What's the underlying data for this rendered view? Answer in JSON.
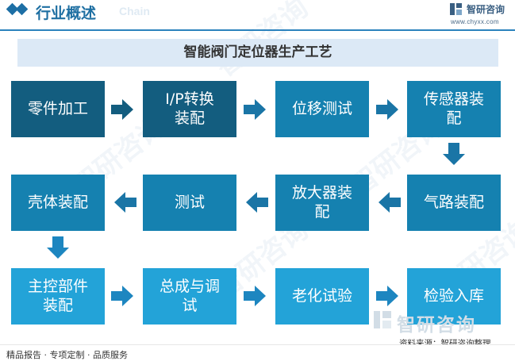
{
  "header": {
    "title": "行业概述",
    "ghost_text": "Chain",
    "brand": "智研咨询",
    "url": "www.chyxx.com"
  },
  "diagram": {
    "title": "智能阀门定位器生产工艺",
    "steps": [
      {
        "lines": [
          "零件加工"
        ],
        "color": "#135d7f"
      },
      {
        "lines": [
          "I/P转换",
          "装配"
        ],
        "color": "#135d7f"
      },
      {
        "lines": [
          "位移测试"
        ],
        "color": "#1581b0"
      },
      {
        "lines": [
          "传感器装",
          "配"
        ],
        "color": "#1581b0"
      },
      {
        "lines": [
          "气路装配"
        ],
        "color": "#1581b0"
      },
      {
        "lines": [
          "放大器装",
          "配"
        ],
        "color": "#1581b0"
      },
      {
        "lines": [
          "测试"
        ],
        "color": "#1581b0"
      },
      {
        "lines": [
          "壳体装配"
        ],
        "color": "#1581b0"
      },
      {
        "lines": [
          "主控部件",
          "装配"
        ],
        "color": "#23a3d8"
      },
      {
        "lines": [
          "总成与调",
          "试"
        ],
        "color": "#23a3d8"
      },
      {
        "lines": [
          "老化试验"
        ],
        "color": "#23a3d8"
      },
      {
        "lines": [
          "检验入库"
        ],
        "color": "#23a3d8"
      }
    ]
  },
  "watermark": {
    "brand": "智研咨询"
  },
  "footer": {
    "source": "资料来源：智研咨询整理",
    "tagline": "精品报告 · 专项定制 · 品质服务"
  },
  "colors": {
    "dark": "#135d7f",
    "mid": "#1581b0",
    "light": "#23a3d8",
    "arrow_dark": "#135d7f",
    "arrow_light": "#1d86c0"
  }
}
